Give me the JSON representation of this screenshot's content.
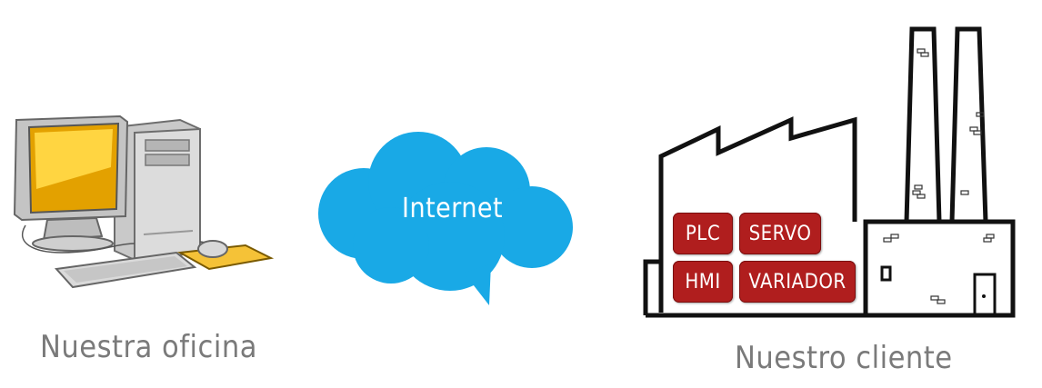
{
  "office": {
    "caption": "Nuestra oficina"
  },
  "network": {
    "label": "Internet",
    "color": "#19a9e6"
  },
  "client": {
    "caption": "Nuestro cliente",
    "devices": [
      "PLC",
      "SERVO",
      "HMI",
      "VARIADOR"
    ],
    "device_color": "#b01e1e"
  }
}
